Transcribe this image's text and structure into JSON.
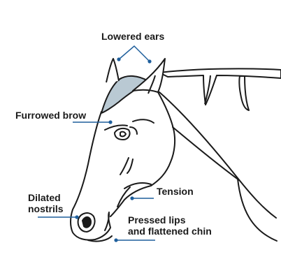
{
  "labels": {
    "ears": "Lowered ears",
    "brow": "Furrowed brow",
    "nostrils_line1": "Dilated",
    "nostrils_line2": "nostrils",
    "tension": "Tension",
    "lips_line1": "Pressed lips",
    "lips_line2": "and flattened chin"
  },
  "colors": {
    "outline": "#1a1a1a",
    "ear_fill": "#b9c9d3",
    "leader_line": "#1f5f9c"
  }
}
